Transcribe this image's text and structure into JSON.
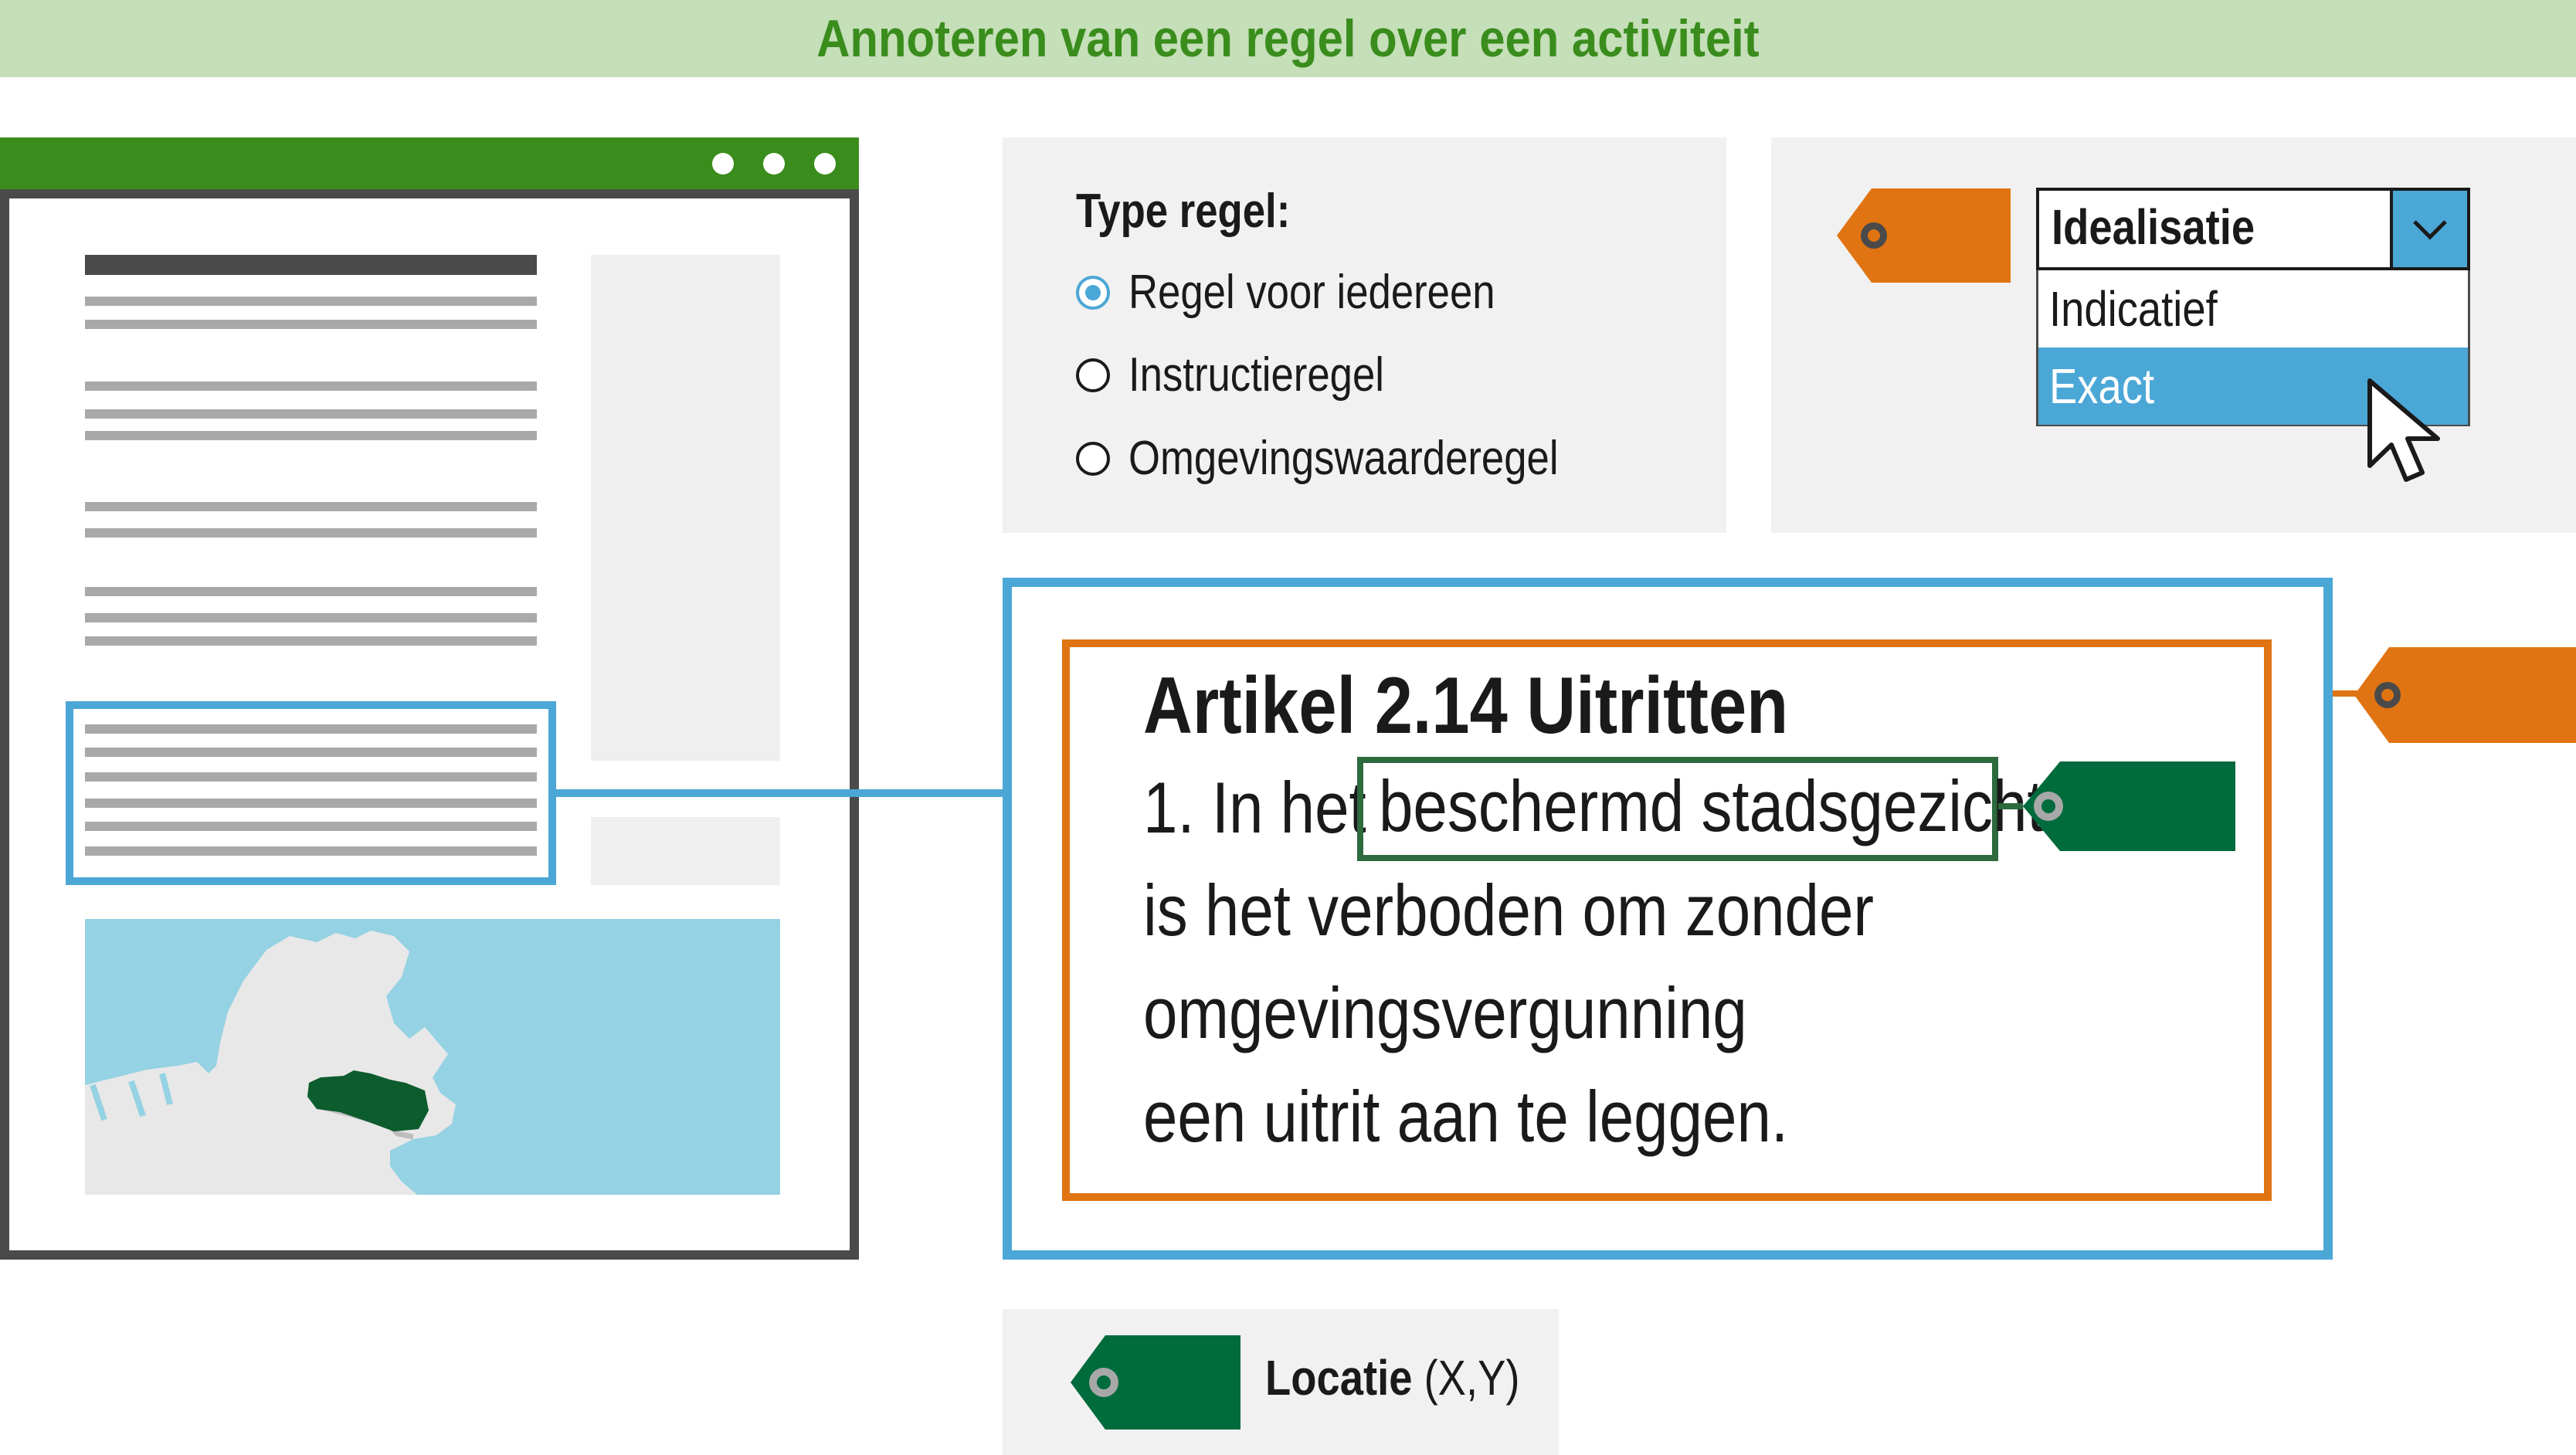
{
  "banner": {
    "title": "Annoteren van een regel over een activiteit"
  },
  "type_regel": {
    "title": "Type regel:",
    "options": [
      {
        "label": "Regel voor iedereen",
        "selected": true
      },
      {
        "label": "Instructieregel",
        "selected": false
      },
      {
        "label": "Omgevingswaarderegel",
        "selected": false
      }
    ]
  },
  "idealisatie": {
    "selected": "Idealisatie",
    "options": [
      "Indicatief",
      "Exact"
    ],
    "highlighted": "Exact"
  },
  "article": {
    "heading": "Artikel 2.14 Uitritten",
    "lines": [
      "1. In het",
      "is het verboden om zonder",
      "omgevingsvergunning",
      "een uitrit aan te leggen."
    ],
    "location_term": "beschermd stadsgezicht"
  },
  "legend": {
    "label": "Locatie",
    "suffix": "(X,Y)"
  },
  "colors": {
    "green_dark": "#006b3c",
    "green_brand": "#3a8d1c",
    "blue": "#4ba7d6",
    "orange": "#e07412",
    "banner_bg": "#c5dfb9"
  },
  "icons": [
    "window-dot-icon",
    "radio-selected-icon",
    "radio-icon",
    "chevron-down-icon",
    "mouse-pointer-icon",
    "orange-tag-icon",
    "green-tag-icon"
  ]
}
